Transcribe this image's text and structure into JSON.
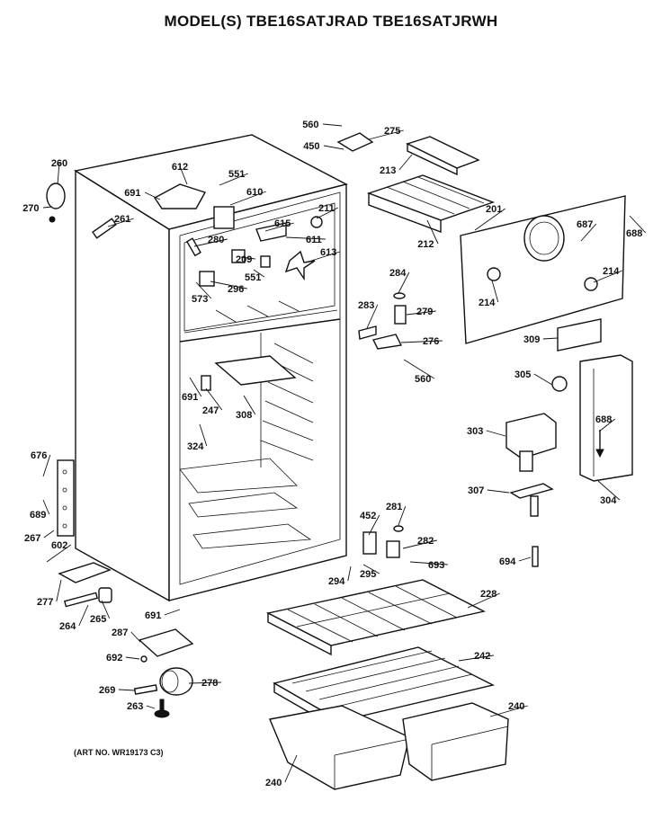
{
  "title": "MODEL(S) TBE16SATJRAD  TBE16SATJRWH",
  "art_number": "(ART NO. WR19173 C3)",
  "labels": [
    "560",
    "275",
    "450",
    "213",
    "260",
    "612",
    "551",
    "691",
    "610",
    "270",
    "261",
    "211",
    "615",
    "280",
    "611",
    "209",
    "613",
    "201",
    "687",
    "688",
    "212",
    "284",
    "214",
    "214",
    "573",
    "296",
    "551",
    "283",
    "279",
    "276",
    "560",
    "309",
    "305",
    "691",
    "247",
    "308",
    "324",
    "688",
    "303",
    "676",
    "307",
    "304",
    "689",
    "452",
    "281",
    "282",
    "267",
    "602",
    "295",
    "693",
    "694",
    "294",
    "228",
    "277",
    "691",
    "264",
    "265",
    "287",
    "242",
    "692",
    "278",
    "269",
    "263",
    "240",
    "240"
  ]
}
